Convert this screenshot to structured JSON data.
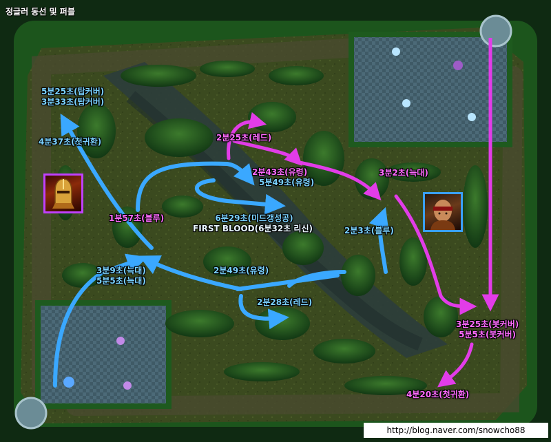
{
  "title": "정글러 동선 및 퍼블",
  "footer": "http://blog.naver.com/snowcho88",
  "labels": {
    "top_blue_a": "5분25초(탑커버)",
    "top_blue_b": "3분33초(탑커버)",
    "first_back": "4분37초(첫귀환)",
    "red_2_25": "2분25초(레드)",
    "wraith_2_43": "2분43초(유령)",
    "wraith_5_49": "5분49초(유령)",
    "wolf_3_2": "3분2초(늑대)",
    "blue_1_57": "1분57초(블루)",
    "mid_gank": "6분29초(미드갱성공)",
    "first_blood": "FIRST BLOOD(6분32초 리신)",
    "blue_2_3": "2분3초(블루)",
    "wolf_3_9": "3분9초(늑대)",
    "wolf_5_5": "5분5초(늑대)",
    "wraith_2_49": "2분49초(유령)",
    "red_2_28": "2분28초(레드)",
    "bot_cover_a": "3분25초(봇커버)",
    "bot_cover_b": "5분5초(봇커버)",
    "first_back_bot": "4분20초(첫귀환)"
  },
  "colors": {
    "blue_path": "#3aa8ff",
    "pink_path": "#e23ce8",
    "grass": "#3b4a1f",
    "river": "#2a3a3a"
  },
  "portraits": {
    "left": "champion-portrait-gold-helm",
    "right": "champion-portrait-lee-sin"
  }
}
